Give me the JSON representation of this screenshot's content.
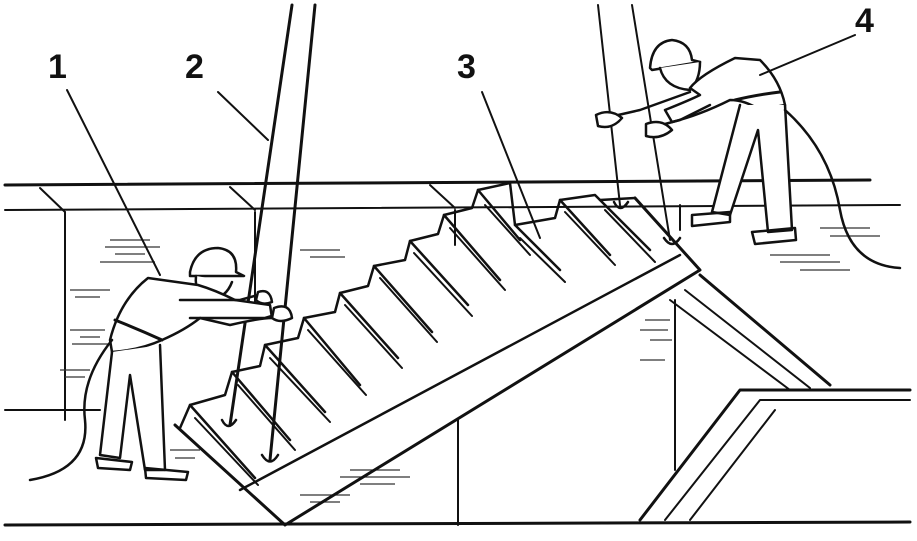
{
  "callouts": [
    {
      "id": "1",
      "label": "1"
    },
    {
      "id": "2",
      "label": "2"
    },
    {
      "id": "3",
      "label": "3"
    },
    {
      "id": "4",
      "label": "4"
    }
  ],
  "colors": {
    "ink": "#111111",
    "paper": "#ffffff"
  }
}
